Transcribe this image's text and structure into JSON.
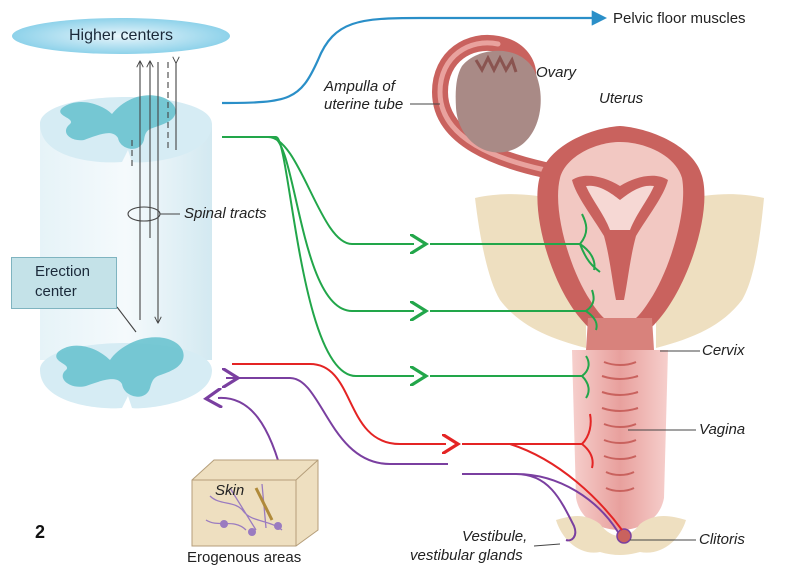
{
  "figure_number": "2",
  "labels": {
    "higher_centers": "Higher centers",
    "pelvic_floor": "Pelvic floor muscles",
    "ovary": "Ovary",
    "ampulla_1": "Ampulla of",
    "ampulla_2": "uterine tube",
    "uterus": "Uterus",
    "spinal_tracts": "Spinal tracts",
    "erection_center": "Erection\ncenter",
    "cervix": "Cervix",
    "vagina": "Vagina",
    "skin": "Skin",
    "erogenous": "Erogenous areas",
    "vestibule_1": "Vestibule,",
    "vestibule_2": "vestibular glands",
    "clitoris": "Clitoris"
  },
  "colors": {
    "blue_pathway": "#2a8fc8",
    "green_pathway": "#22a64a",
    "red_pathway": "#e42424",
    "purple_pathway": "#7a3fa0",
    "spinal_cord": "#dbeef5",
    "gray_matter": "#6ac3cf",
    "uterus_wall": "#c9625e",
    "tissue_pink": "#efb8b4",
    "broad_ligament": "#eedfc0"
  }
}
